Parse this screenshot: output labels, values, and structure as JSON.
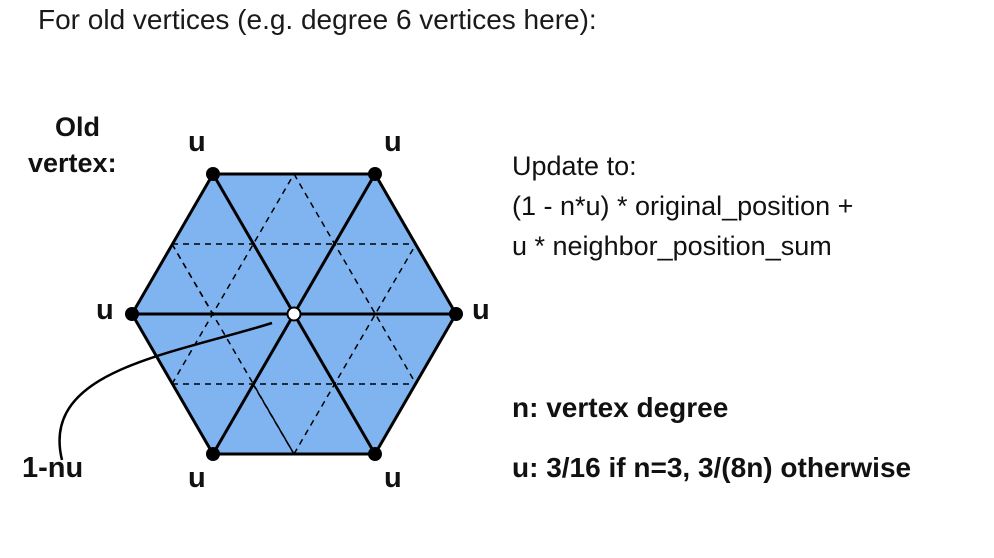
{
  "heading": "For old vertices (e.g. degree 6 vertices here):",
  "diagram": {
    "title_line1": "Old",
    "title_line2": "vertex:",
    "neighbor_label": "u",
    "center_label": "1-nu",
    "fill_color": "#7fb4f0",
    "edge_color": "#000000"
  },
  "update": {
    "line1": "Update to:",
    "line2": "(1 - n*u) * original_position +",
    "line3": "u * neighbor_position_sum"
  },
  "definitions": {
    "n": "n: vertex degree",
    "u": "u: 3/16 if n=3, 3/(8n) otherwise"
  }
}
